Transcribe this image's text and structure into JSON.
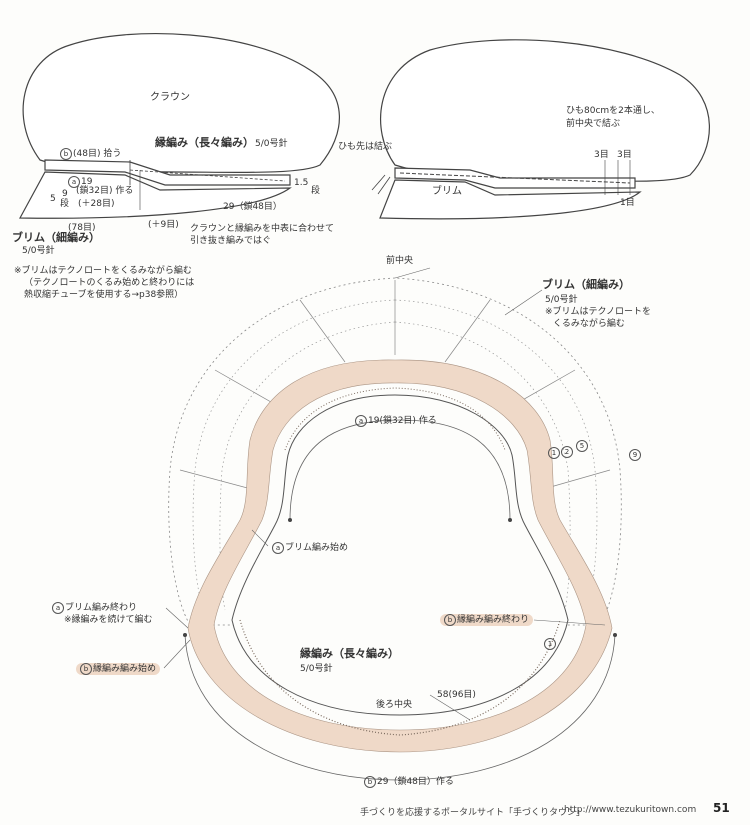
{
  "top_left": {
    "crown": "クラウン",
    "b_pick": "(48目) 拾う",
    "b_mark": "b",
    "edging_title": "縁編み（長々編み）",
    "edging_needle": "5/0号針",
    "a_mark": "a",
    "a_19": "19",
    "a_chain": "(鎖32目) 作る",
    "rows_1_5": "1.5",
    "row_unit": "段",
    "five": "5",
    "nine": "9",
    "dan": "段",
    "plus28": "(＋28目)",
    "m78": "(78目)",
    "plus9": "(＋9目)",
    "r29": "29（鎖48目）",
    "brim_title": "ブリム（細編み）",
    "brim_needle": "5/0号針",
    "join_note1": "クラウンと縁編みを中表に合わせて",
    "join_note2": "引き抜き編みではぐ"
  },
  "notes": {
    "n1": "※ブリムはテクノロートをくるみながら編む",
    "n2": "（テクノロートのくるみ始めと終わりには",
    "n3": "熱収縮チューブを使用する→p38参照）"
  },
  "top_right": {
    "cord_note1": "ひも80cmを2本通し、",
    "cord_note2": "前中央で結ぶ",
    "tie_note": "ひも先は結ぶ",
    "m3a": "3目",
    "m3b": "3目",
    "m1": "1目",
    "brim": "ブリム"
  },
  "main": {
    "front_center": "前中央",
    "brim_title": "ブリム（細編み）",
    "brim_needle": "5/0号針",
    "brim_note1": "※ブリムはテクノロートを",
    "brim_note2": "くるみながら編む",
    "a19": "19(鎖32目) 作る",
    "a_start": "ブリム編み始め",
    "a_end": "ブリム編み終わり",
    "a_end_note": "※縁編みを続けて編む",
    "b_end": "縁編み編み終わり",
    "b_start": "縁編み編み始め",
    "edging_title": "縁編み（長々編み）",
    "edging_needle": "5/0号針",
    "back_center": "後ろ中央",
    "m58": "58(96目)",
    "b29": "29（鎖48目）作る",
    "row1": "1",
    "row2": "2",
    "row5": "5",
    "row9": "9",
    "row1b": "1",
    "a_letter": "a",
    "b_letter": "b"
  },
  "footer": {
    "portal": "手づくりを応援するポータルサイト「手づくりタウン」",
    "url": "http://www.tezukuritown.com",
    "page": "51"
  }
}
